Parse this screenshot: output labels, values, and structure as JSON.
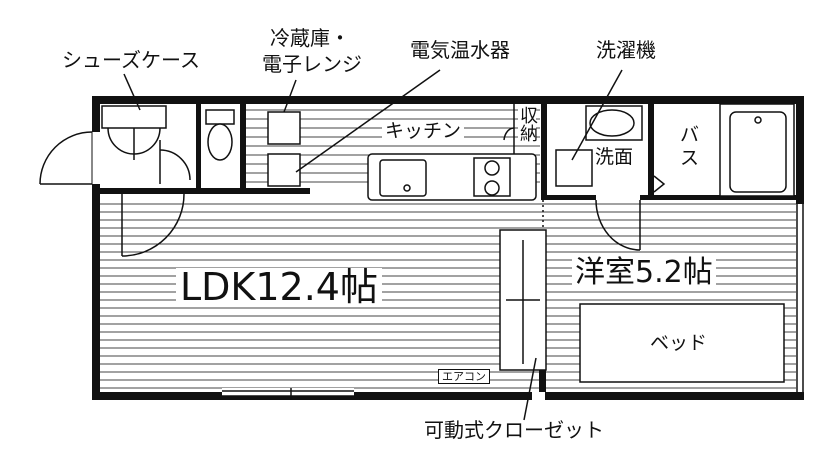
{
  "labels": {
    "shoes_case": "シューズケース",
    "fridge_line1": "冷蔵庫・",
    "fridge_line2": "電子レンジ",
    "water_heater": "電気温水器",
    "washer": "洗濯機",
    "kitchen": "キッチン",
    "storage": "収納",
    "washroom": "洗面",
    "bath": "バス",
    "ldk": "LDK12.4帖",
    "western_room": "洋室5.2帖",
    "bed": "ベッド",
    "aircon": "エアコン",
    "movable_closet": "可動式クローゼット"
  },
  "colors": {
    "wall": "#111111",
    "line": "#222222",
    "background": "#ffffff"
  }
}
